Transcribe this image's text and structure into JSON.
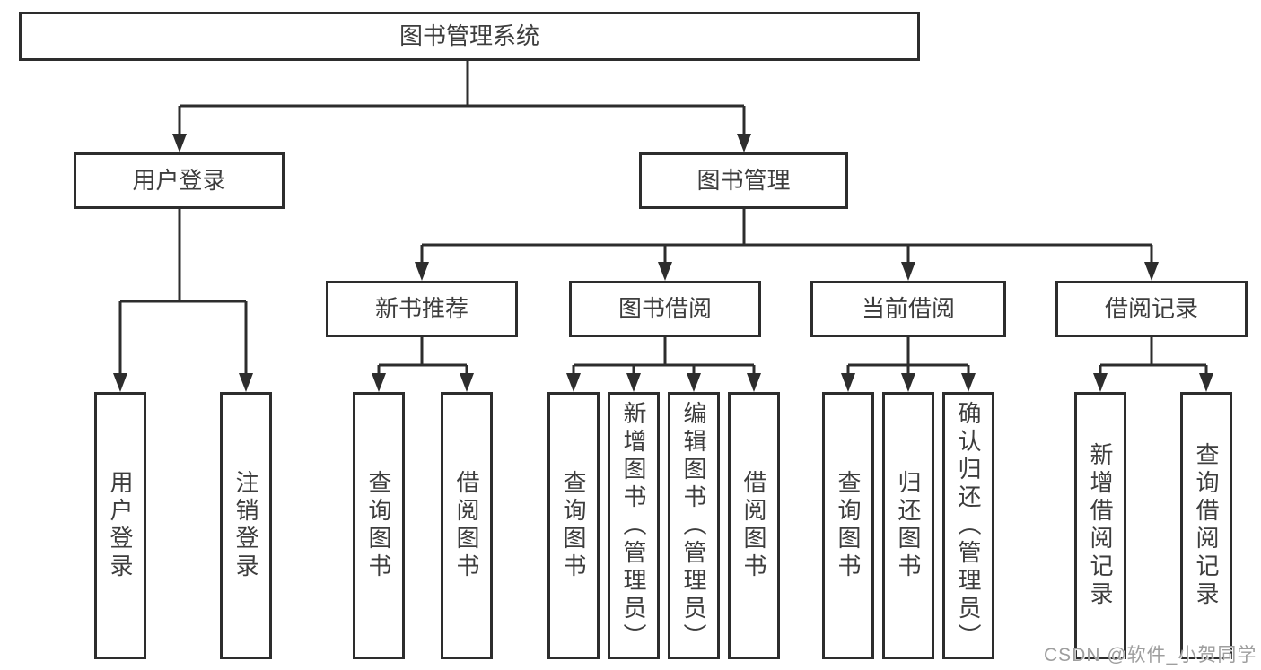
{
  "diagram_type": "hierarchy-tree",
  "colors": {
    "background": "#ffffff",
    "box_border": "#2d2d2d",
    "connector_line": "#2d2d2d",
    "text": "#3d3d3d",
    "watermark_text": "#9e9e9e"
  },
  "watermark": {
    "text": "CSDN @软件_小贺同学"
  },
  "tree": {
    "label": "图书管理系统",
    "children": [
      {
        "label": "用户登录",
        "children": [
          {
            "label": "用户登录"
          },
          {
            "label": "注销登录"
          }
        ]
      },
      {
        "label": "图书管理",
        "children": [
          {
            "label": "新书推荐",
            "children": [
              {
                "label": "查询图书"
              },
              {
                "label": "借阅图书"
              }
            ]
          },
          {
            "label": "图书借阅",
            "children": [
              {
                "label": "查询图书"
              },
              {
                "label": "新增图书（管理员）"
              },
              {
                "label": "编辑图书（管理员）"
              },
              {
                "label": "借阅图书"
              }
            ]
          },
          {
            "label": "当前借阅",
            "children": [
              {
                "label": "查询图书"
              },
              {
                "label": "归还图书"
              },
              {
                "label": "确认归还（管理员）"
              }
            ]
          },
          {
            "label": "借阅记录",
            "children": [
              {
                "label": "新增借阅记录"
              },
              {
                "label": "查询借阅记录"
              }
            ]
          }
        ]
      }
    ]
  }
}
